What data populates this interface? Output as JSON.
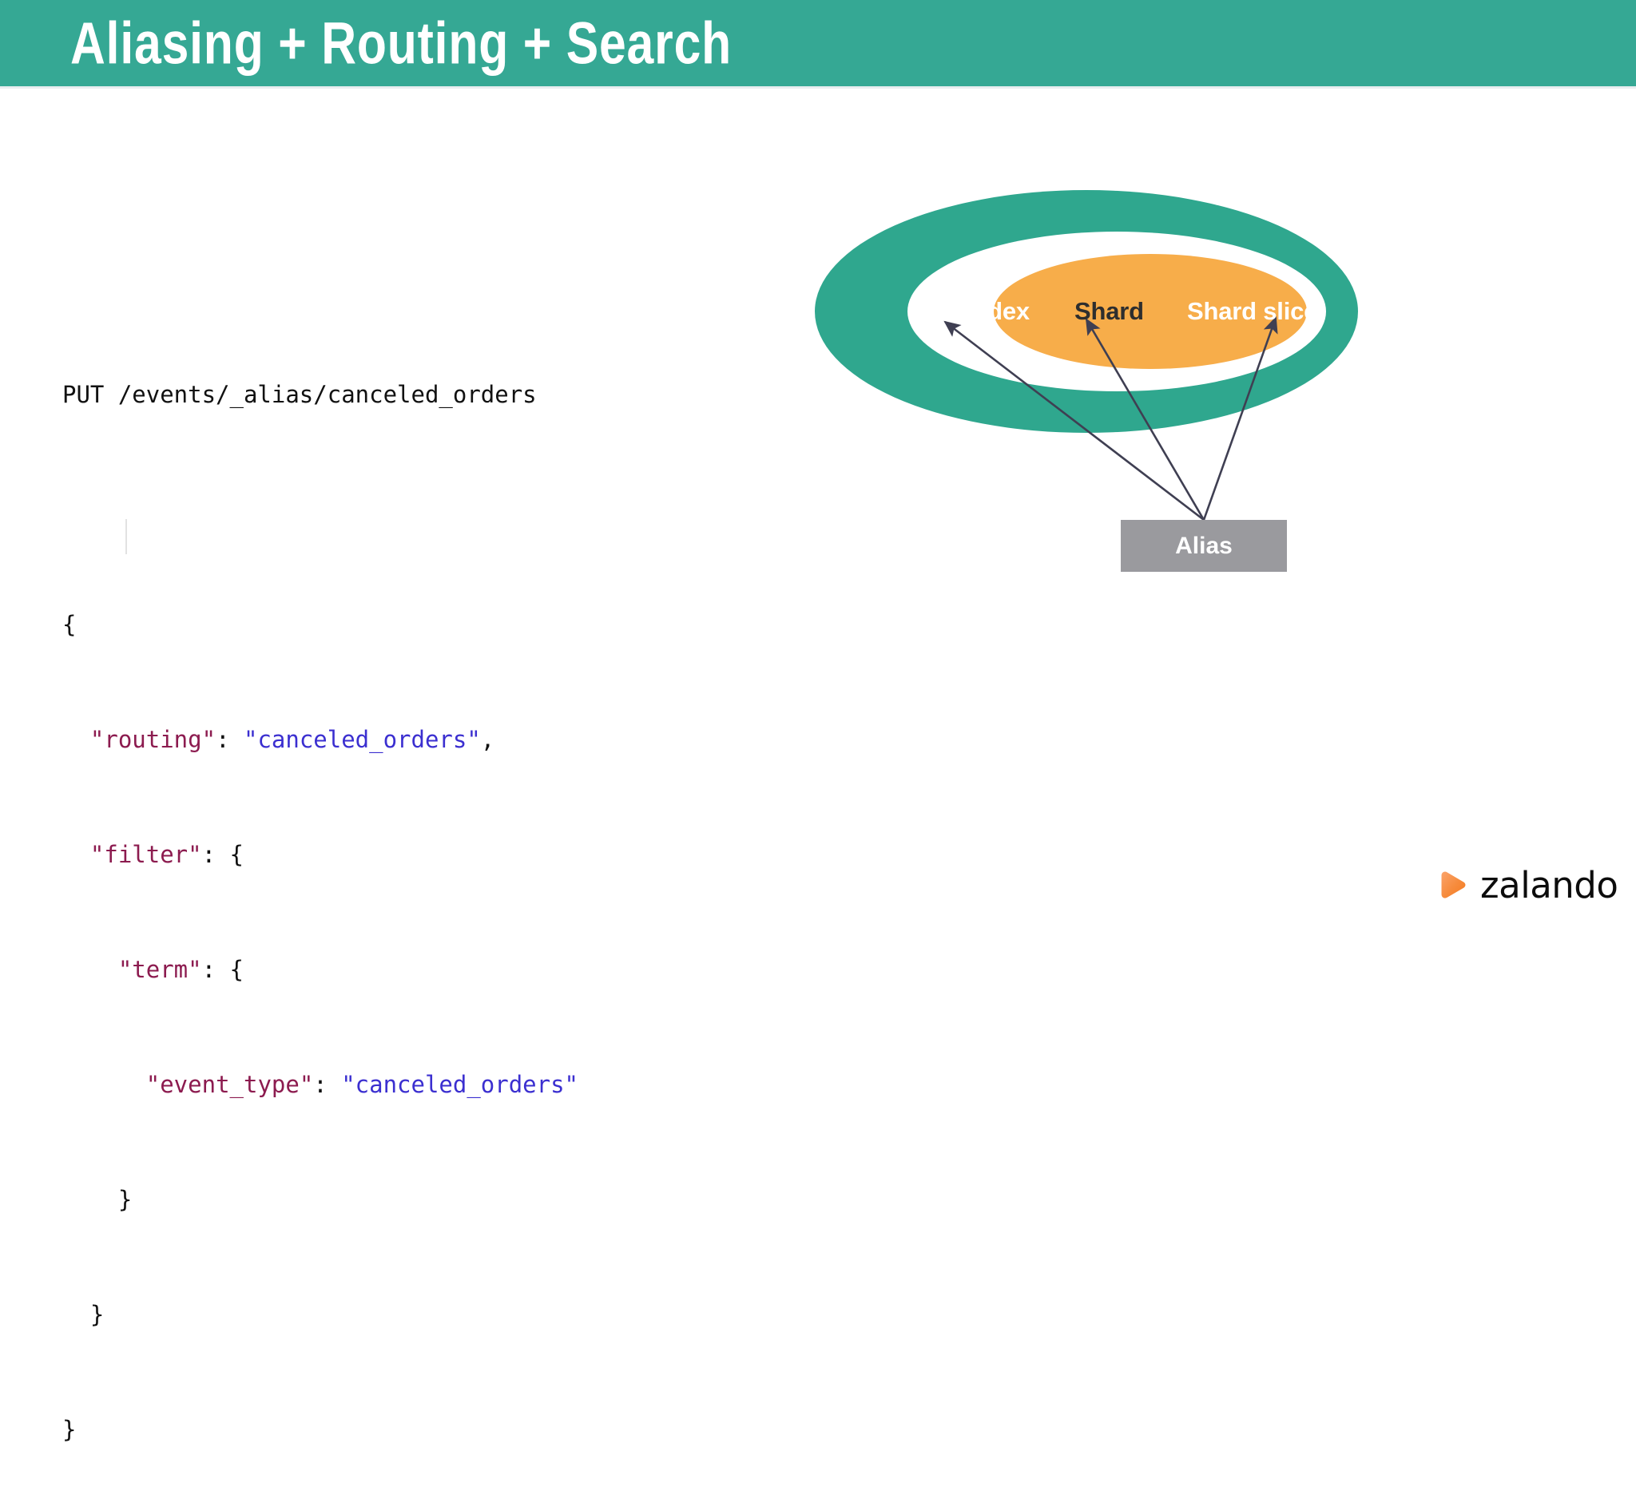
{
  "header": {
    "title": "Aliasing + Routing + Search",
    "background_color": "#35a894",
    "text_color": "#ffffff"
  },
  "code": {
    "language": "json",
    "request_line": "PUT /events/_alias/canceled_orders",
    "lines": [
      {
        "text": "PUT /events/_alias/canceled_orders",
        "type": "request"
      },
      {
        "text": "",
        "type": "blank"
      },
      {
        "text": "{",
        "type": "punc"
      },
      {
        "text": "  \"routing\": \"canceled_orders\",",
        "type": "pair"
      },
      {
        "text": "  \"filter\": {",
        "type": "pair"
      },
      {
        "text": "    \"term\": {",
        "type": "pair"
      },
      {
        "text": "      \"event_type\": \"canceled_orders\"",
        "type": "pair"
      },
      {
        "text": "    }",
        "type": "punc"
      },
      {
        "text": "  }",
        "type": "punc"
      },
      {
        "text": "}",
        "type": "punc"
      }
    ],
    "tokens": {
      "open_brace": "{",
      "close_brace": "}",
      "colon": ": ",
      "comma": ",",
      "key_routing": "\"routing\"",
      "val_routing": "\"canceled_orders\"",
      "key_filter": "\"filter\"",
      "key_term": "\"term\"",
      "key_event_type": "\"event_type\"",
      "val_event_type": "\"canceled_orders\"",
      "indent2": "  ",
      "indent4": "    ",
      "indent6": "      "
    },
    "colors": {
      "plain": "#111111",
      "key": "#8c1b4f",
      "value": "#3b2fd0"
    }
  },
  "diagram": {
    "type": "nested-ellipses",
    "outer": {
      "label": "Index",
      "fill": "#2fa78e",
      "text_color": "#ffffff"
    },
    "middle": {
      "label": "Shard",
      "fill": "#ffffff",
      "text_color": "#2e2e2e"
    },
    "inner": {
      "label": "Shard slice",
      "fill": "#f7ad4a",
      "text_color": "#ffffff"
    },
    "source_box": {
      "label": "Alias",
      "fill": "#9a9a9e",
      "text_color": "#ffffff"
    },
    "arrows": {
      "count": 3,
      "color": "#3f3f52",
      "targets": [
        "Index",
        "Shard",
        "Shard slice"
      ],
      "origin": "Alias"
    }
  },
  "logo": {
    "name": "zalando",
    "wordmark": "zalando",
    "mark_color": "#f47b20",
    "text_color": "#0c0c0c"
  }
}
